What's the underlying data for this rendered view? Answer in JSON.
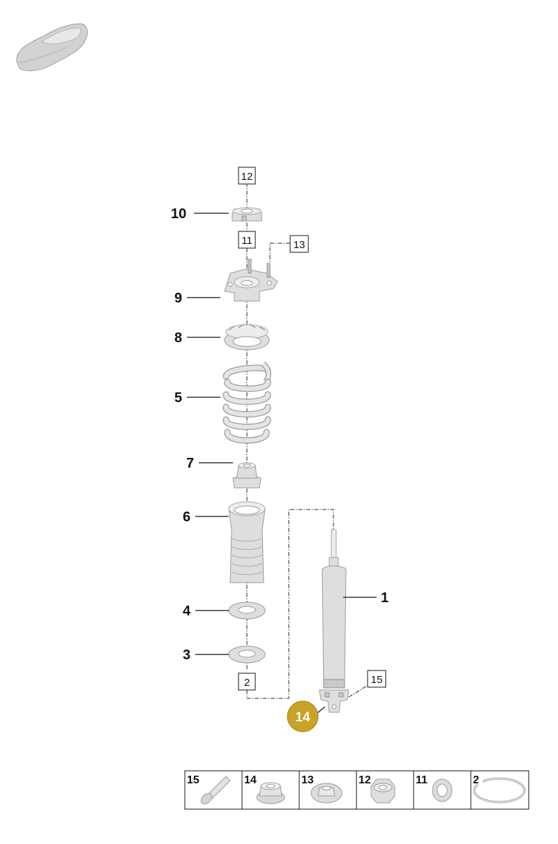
{
  "diagram": {
    "callouts": [
      "10",
      "9",
      "8",
      "5",
      "7",
      "6",
      "4",
      "3",
      "1"
    ],
    "boxed_labels": [
      "12",
      "11",
      "13",
      "2",
      "15"
    ],
    "highlighted_item": "14",
    "highlight_color": "#c9a227",
    "legend": [
      "15",
      "14",
      "13",
      "12",
      "11",
      "2"
    ]
  }
}
